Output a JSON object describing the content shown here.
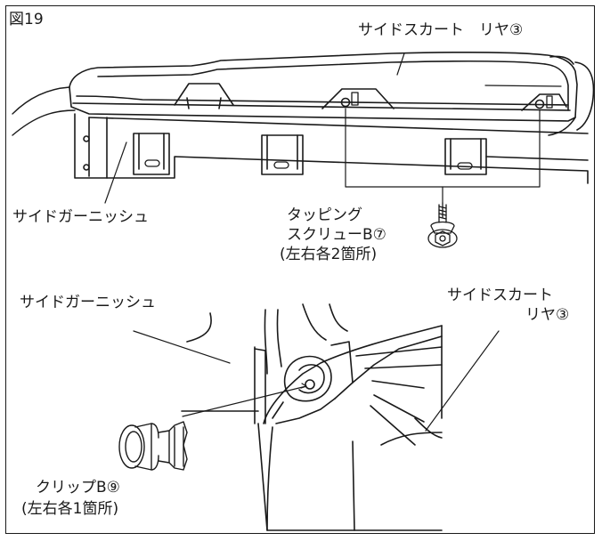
{
  "figure": {
    "number": "図19"
  },
  "labels": {
    "skirt_top": "サイドスカート　リヤ③",
    "garnish_top": "サイドガーニッシュ",
    "screw_line1": "タッピング",
    "screw_line2": "スクリューB⑦",
    "screw_line3": "(左右各2箇所)",
    "garnish_bottom": "サイドガーニッシュ",
    "skirt_bottom_line1": "サイドスカート",
    "skirt_bottom_line2": "リヤ③",
    "clip_line1": "クリップB⑨",
    "clip_line2": "(左右各1箇所)"
  },
  "icons": {
    "tapping_screw": "tapping-screw-icon",
    "clip": "clip-icon"
  }
}
